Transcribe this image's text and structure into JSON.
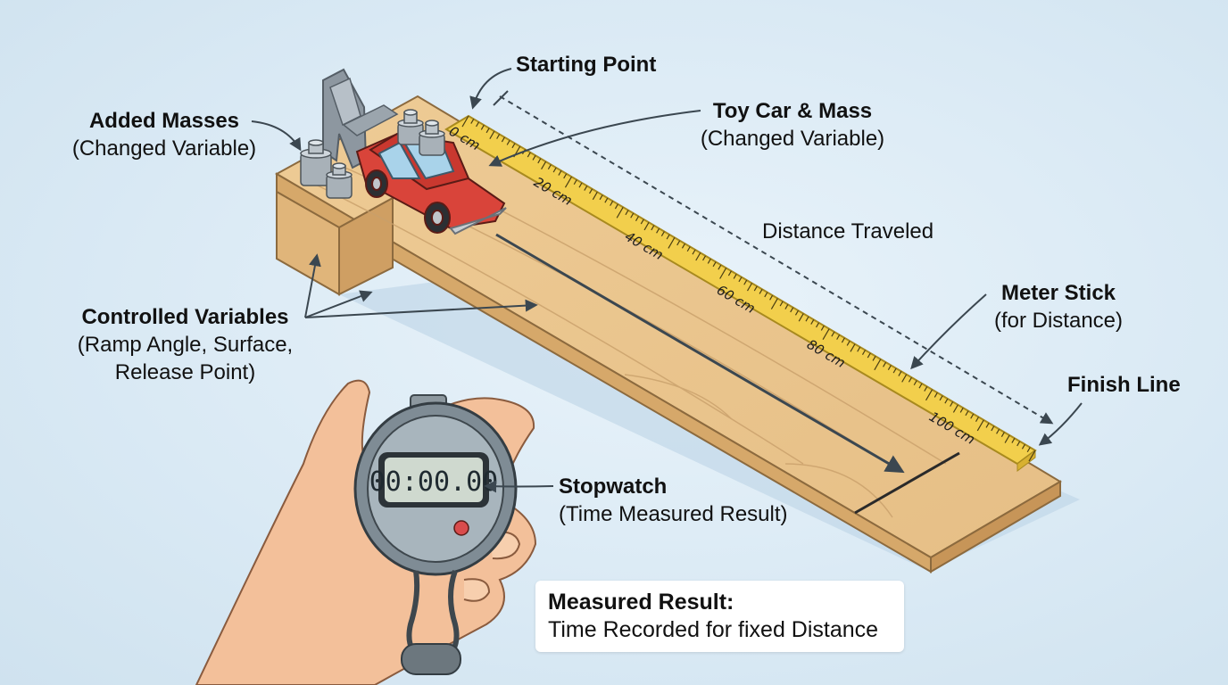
{
  "labels": {
    "starting_point": "Starting Point",
    "toy_car_heading": "Toy Car & Mass",
    "toy_car_sub": "(Changed Variable)",
    "added_masses_heading": "Added Masses",
    "added_masses_sub": "(Changed Variable)",
    "distance_traveled": "Distance Traveled",
    "meter_stick_heading": "Meter Stick",
    "meter_stick_sub": "(for Distance)",
    "finish_line": "Finish Line",
    "controlled_heading": "Controlled Variables",
    "controlled_sub_1": "(Ramp Angle, Surface,",
    "controlled_sub_2": "Release Point)",
    "stopwatch_heading": "Stopwatch",
    "stopwatch_sub": "(Time Measured Result)"
  },
  "ruler": {
    "ticks": [
      "0 cm",
      "20 cm",
      "40 cm",
      "60 cm",
      "80 cm",
      "100 cm"
    ]
  },
  "stopwatch": {
    "display": "00:00.00"
  },
  "result_box": {
    "heading": "Measured Result:",
    "text": "Time Recorded for fixed Distance"
  },
  "colors": {
    "background": "#dcebf5",
    "wood": "#e8c48e",
    "ruler": "#f2cf4c",
    "car": "#d9443a",
    "stopwatch_body": "#7f8c95"
  }
}
